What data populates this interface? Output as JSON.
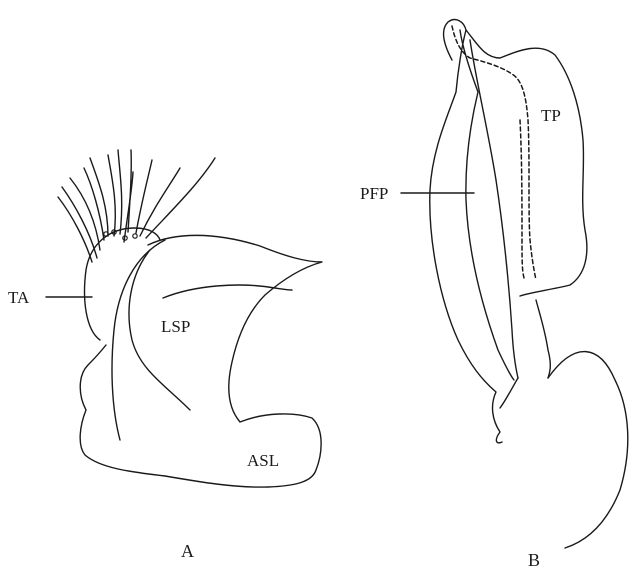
{
  "figure": {
    "labels": {
      "ta": "TA",
      "lsp": "LSP",
      "asl": "ASL",
      "pfp": "PFP",
      "tp": "TP"
    },
    "panels": {
      "a": "A",
      "b": "B"
    }
  },
  "colors": {
    "ink": "#1a1a1a",
    "background": "#ffffff"
  }
}
